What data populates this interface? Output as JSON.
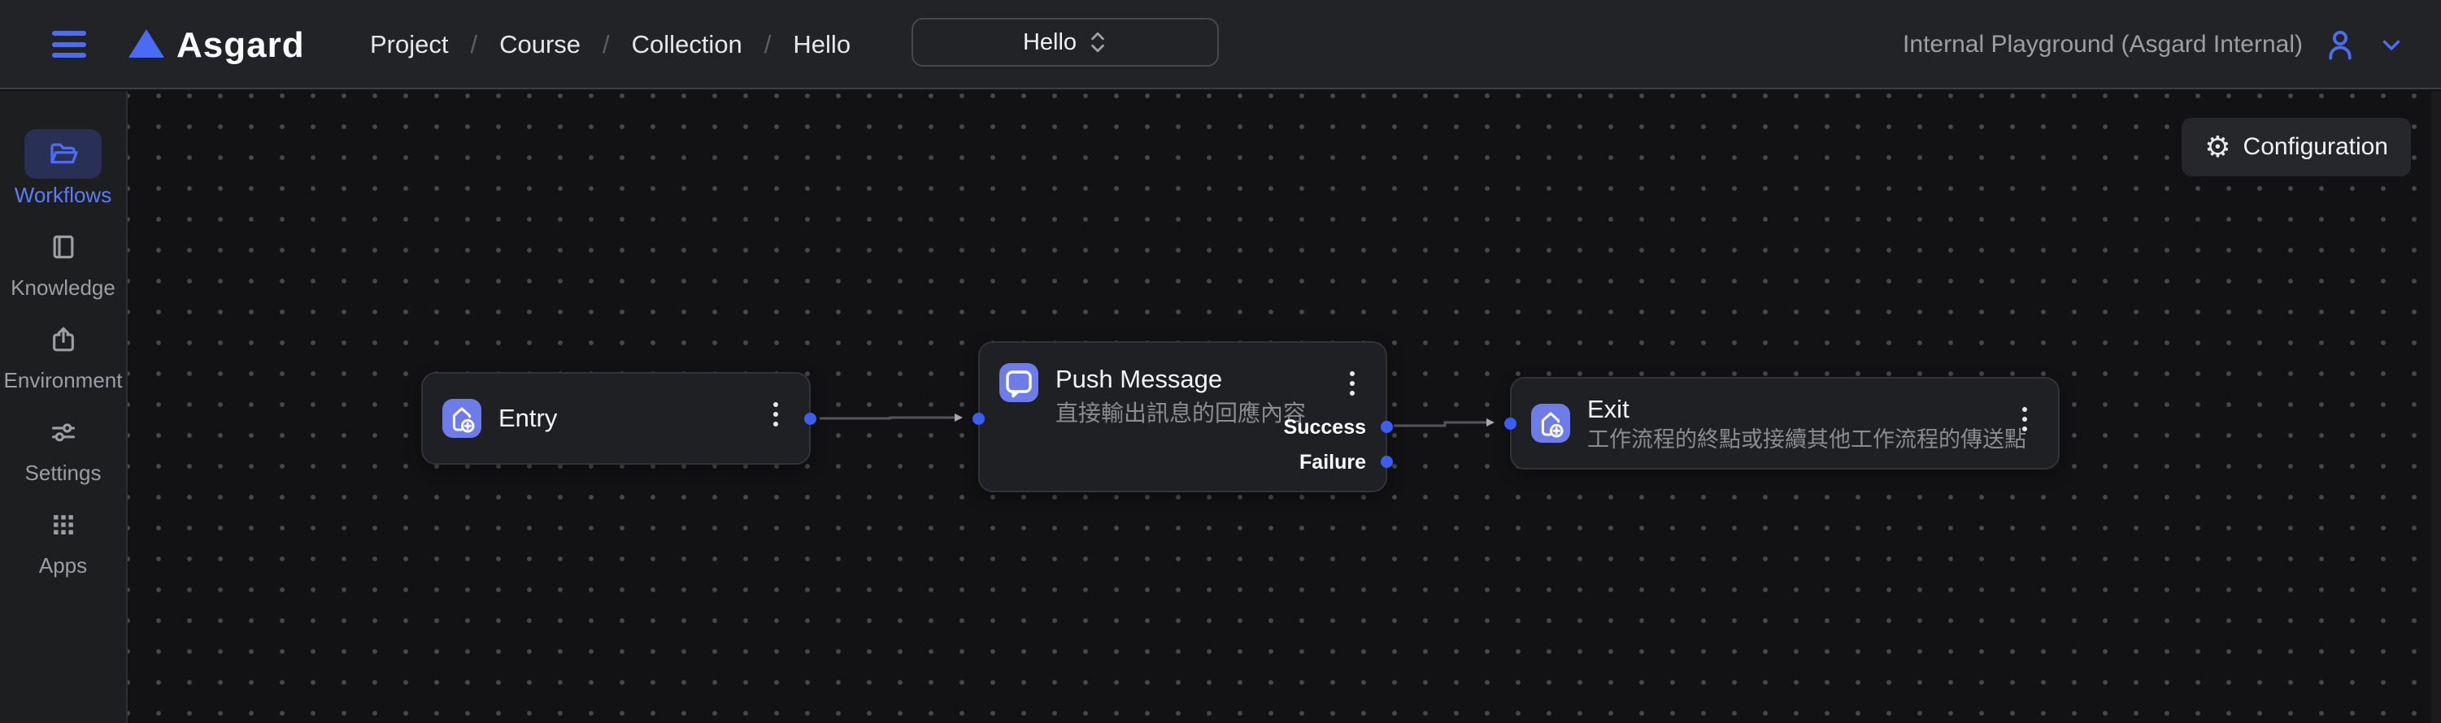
{
  "header": {
    "app_name": "Asgard",
    "breadcrumb": {
      "items": [
        "Project",
        "Course",
        "Collection",
        "Hello"
      ],
      "separator": "/"
    },
    "workflow_selector_value": "Hello",
    "account_label": "Internal Playground (Asgard Internal)"
  },
  "sidebar": {
    "items": [
      {
        "label": "Workflows",
        "icon": "folder-icon",
        "active": true
      },
      {
        "label": "Knowledge",
        "icon": "book-icon",
        "active": false
      },
      {
        "label": "Environment",
        "icon": "upload-icon",
        "active": false
      },
      {
        "label": "Settings",
        "icon": "sliders-icon",
        "active": false
      },
      {
        "label": "Apps",
        "icon": "apps-grid-icon",
        "active": false
      }
    ]
  },
  "canvas": {
    "configuration_label": "Configuration",
    "gear_glyph": "⚙",
    "nodes": {
      "entry": {
        "title": "Entry",
        "icon": "home-plus-icon"
      },
      "push_message": {
        "title": "Push Message",
        "subtitle": "直接輸出訊息的回應內容",
        "icon": "chat-bubble-icon",
        "outputs": {
          "success": "Success",
          "failure": "Failure"
        }
      },
      "exit": {
        "title": "Exit",
        "subtitle": "工作流程的終點或接續其他工作流程的傳送點",
        "icon": "home-plus-icon"
      }
    }
  },
  "colors": {
    "accent_blue": "#4c6df3",
    "active_item_bg": "#283055",
    "node_icon_bg": "#6d7ce8",
    "port_blue": "#3c5ef0",
    "canvas_bg": "#121214",
    "node_bg": "#1f2023"
  }
}
